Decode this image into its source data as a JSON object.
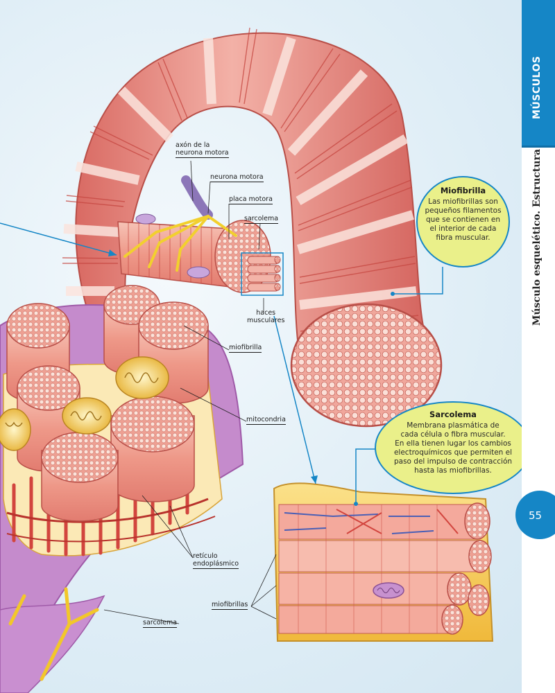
{
  "side_tab": {
    "section_title": "MÚSCULOS",
    "subtitle": "Músculo esquelético. Estructura",
    "accent_color": "#1586c6"
  },
  "page_number": "55",
  "labels": {
    "axon": "axón de la neurona motora",
    "axon_line1": "axón de la",
    "axon_line2": "neurona motora",
    "motor_neuron": "neurona motora",
    "motor_plate": "placa motora",
    "sarcolemma_top": "sarcolema",
    "bundles_line1": "haces",
    "bundles_line2": "musculares",
    "myofibril": "miofibrilla",
    "mitochondria": "mitocondria",
    "er_line1": "retículo",
    "er_line2": "endoplásmico",
    "myofibrils": "miofibrillas",
    "sarcolemma_bottom": "sarcolema"
  },
  "callouts": {
    "myofibril": {
      "title": "Miofibrilla",
      "lines": [
        "Las miofibrillas son",
        "pequeños filamentos",
        "que se contienen en",
        "el interior de cada",
        "fibra muscular."
      ]
    },
    "sarcolemma": {
      "title": "Sarcolema",
      "lines": [
        "Membrana plasmática de",
        "cada célula o fibra muscular.",
        "En ella tienen lugar los cambios",
        "electroquímicos que permiten el",
        "paso del impulso de contracción",
        "hasta las miofibrillas."
      ]
    }
  },
  "colors": {
    "muscle": "#e8837b",
    "muscle_light": "#f6c6bd",
    "stripe": "#c5453f",
    "membrane_purple": "#c98fd0",
    "sheath_yellow": "#f5c84a",
    "nerve_yellow": "#f2d02e",
    "callout_fill": "#eaf08a",
    "leader_blue": "#1586c6"
  }
}
